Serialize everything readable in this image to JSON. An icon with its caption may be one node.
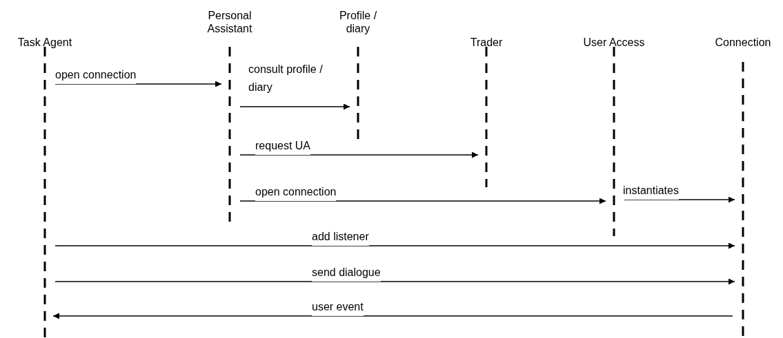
{
  "diagram": {
    "nodes": [
      {
        "text": [
          "Task Agent"
        ]
      },
      {
        "text": [
          "Personal Assistant"
        ]
      },
      {
        "text": [
          "Profile / diary"
        ]
      },
      {
        "text": [
          "Trader"
        ]
      },
      {
        "text": [
          "User Access"
        ]
      },
      {
        "text": [
          "Connection"
        ]
      }
    ],
    "edges": [
      {
        "from": 0,
        "to": 1,
        "arrow": "to",
        "label": "open connection"
      },
      {
        "from": 1,
        "to": 2,
        "arrow": "to",
        "label": "consult profile / diary"
      },
      {
        "from": 1,
        "to": 3,
        "arrow": "to",
        "label": "request UA"
      },
      {
        "from": 1,
        "to": 4,
        "arrow": "to",
        "label": "open connection"
      },
      {
        "from": 4,
        "to": 5,
        "arrow": "to",
        "label": "instantiates"
      },
      {
        "from": 0,
        "to": 5,
        "arrow": "to",
        "label": "add listener"
      },
      {
        "from": 0,
        "to": 5,
        "arrow": "to",
        "label": "send dialogue"
      },
      {
        "from": 5,
        "to": 0,
        "arrow": "to",
        "label": "user event"
      }
    ]
  }
}
